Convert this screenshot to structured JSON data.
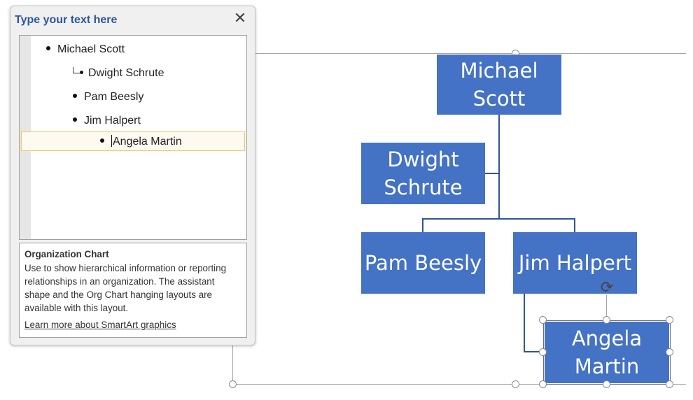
{
  "text_pane": {
    "title": "Type your text here",
    "close_glyph": "✕",
    "items": [
      {
        "label": "Michael Scott",
        "level": 1,
        "marker": "bullet"
      },
      {
        "label": "Dwight Schrute",
        "level": 2,
        "marker": "assistant"
      },
      {
        "label": "Pam Beesly",
        "level": 2,
        "marker": "bullet"
      },
      {
        "label": "Jim Halpert",
        "level": 2,
        "marker": "bullet"
      },
      {
        "label": "Angela Martin",
        "level": 3,
        "marker": "bullet",
        "selected": true
      }
    ],
    "description": {
      "title": "Organization Chart",
      "body": "Use to show hierarchical information or reporting relationships in an organization. The assistant shape and the Org Chart hanging layouts are available with this layout.",
      "link": "Learn more about SmartArt graphics"
    }
  },
  "org_chart": {
    "fill_color": "#4472c4",
    "text_color": "#ffffff",
    "connector_color": "#2f5597",
    "nodes": {
      "michael": [
        "Michael",
        "Scott"
      ],
      "dwight": [
        "Dwight",
        "Schrute"
      ],
      "pam": "Pam Beesly",
      "jim": "Jim Halpert",
      "angela": [
        "Angela",
        "Martin"
      ]
    },
    "rotate_icon": "rotate-handle-icon"
  }
}
